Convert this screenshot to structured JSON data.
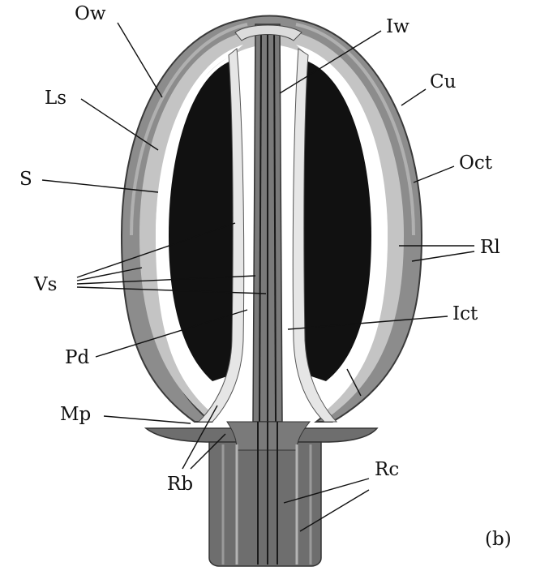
{
  "diagram": {
    "panel_tag": "(b)",
    "labels": {
      "ow": "Ow",
      "iw": "Iw",
      "ls": "Ls",
      "cu": "Cu",
      "s": "S",
      "oct": "Oct",
      "rl": "Rl",
      "vs": "Vs",
      "ict": "Ict",
      "pd": "Pd",
      "mp": "Mp",
      "rb": "Rb",
      "rc": "Rc"
    },
    "colors": {
      "outline": "#3a3a3a",
      "outer_band": "#8c8c8c",
      "light_band": "#c4c4c4",
      "cavity": "#111111",
      "pale": "#e6e6e6",
      "stalk": "#6e6e6e"
    }
  }
}
